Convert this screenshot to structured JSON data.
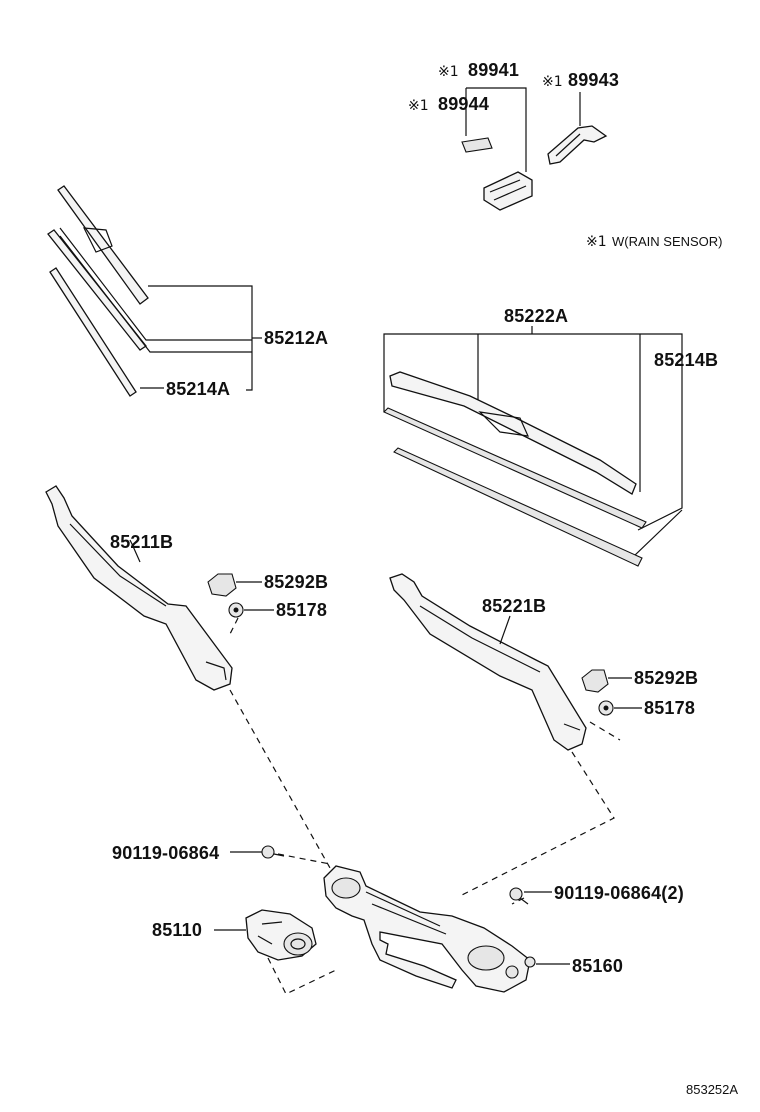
{
  "note": {
    "mark": "※1",
    "text": "W(RAIN SENSOR)"
  },
  "parts": {
    "p89941": {
      "mark": "※1",
      "number": "89941"
    },
    "p89943": {
      "mark": "※1",
      "number": "89943"
    },
    "p89944": {
      "mark": "※1",
      "number": "89944"
    },
    "p85212A": "85212A",
    "p85214A": "85214A",
    "p85222A": "85222A",
    "p85214B": "85214B",
    "p85211B": "85211B",
    "p85292B_left": "85292B",
    "p85178_left": "85178",
    "p85221B": "85221B",
    "p85292B_right": "85292B",
    "p85178_right": "85178",
    "p90119_left": "90119-06864",
    "p90119_right": "90119-06864(2)",
    "p85110": "85110",
    "p85160": "85160"
  },
  "diagram_ref": "853252A"
}
